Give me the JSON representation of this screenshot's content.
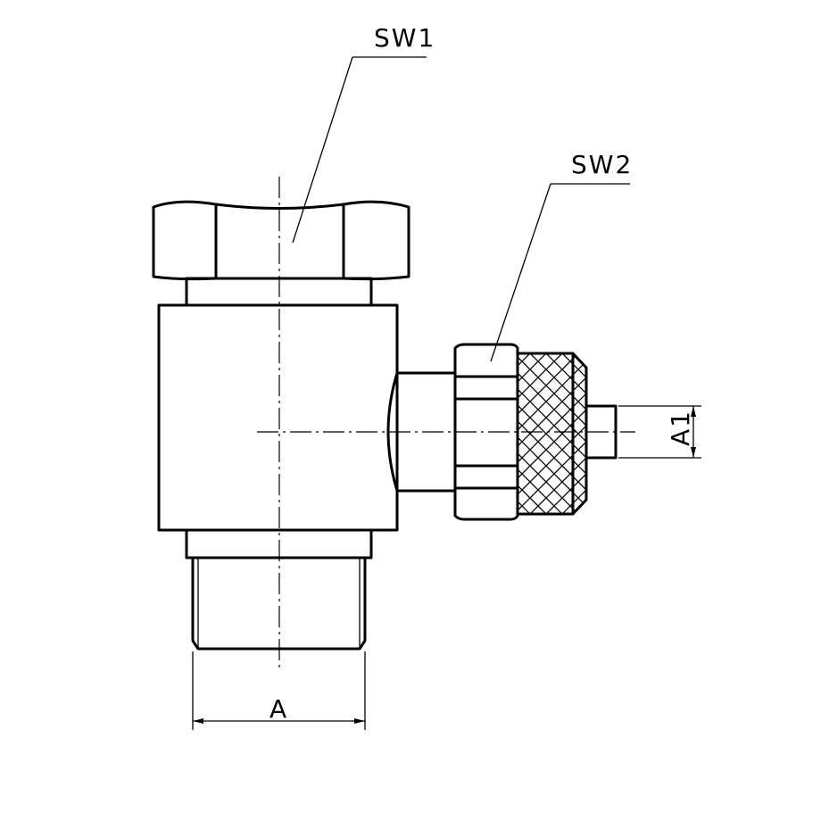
{
  "labels": {
    "sw1": "SW1",
    "sw2": "SW2",
    "a": "A",
    "a1": "A1"
  },
  "colors": {
    "line": "#000000",
    "background": "#ffffff"
  }
}
